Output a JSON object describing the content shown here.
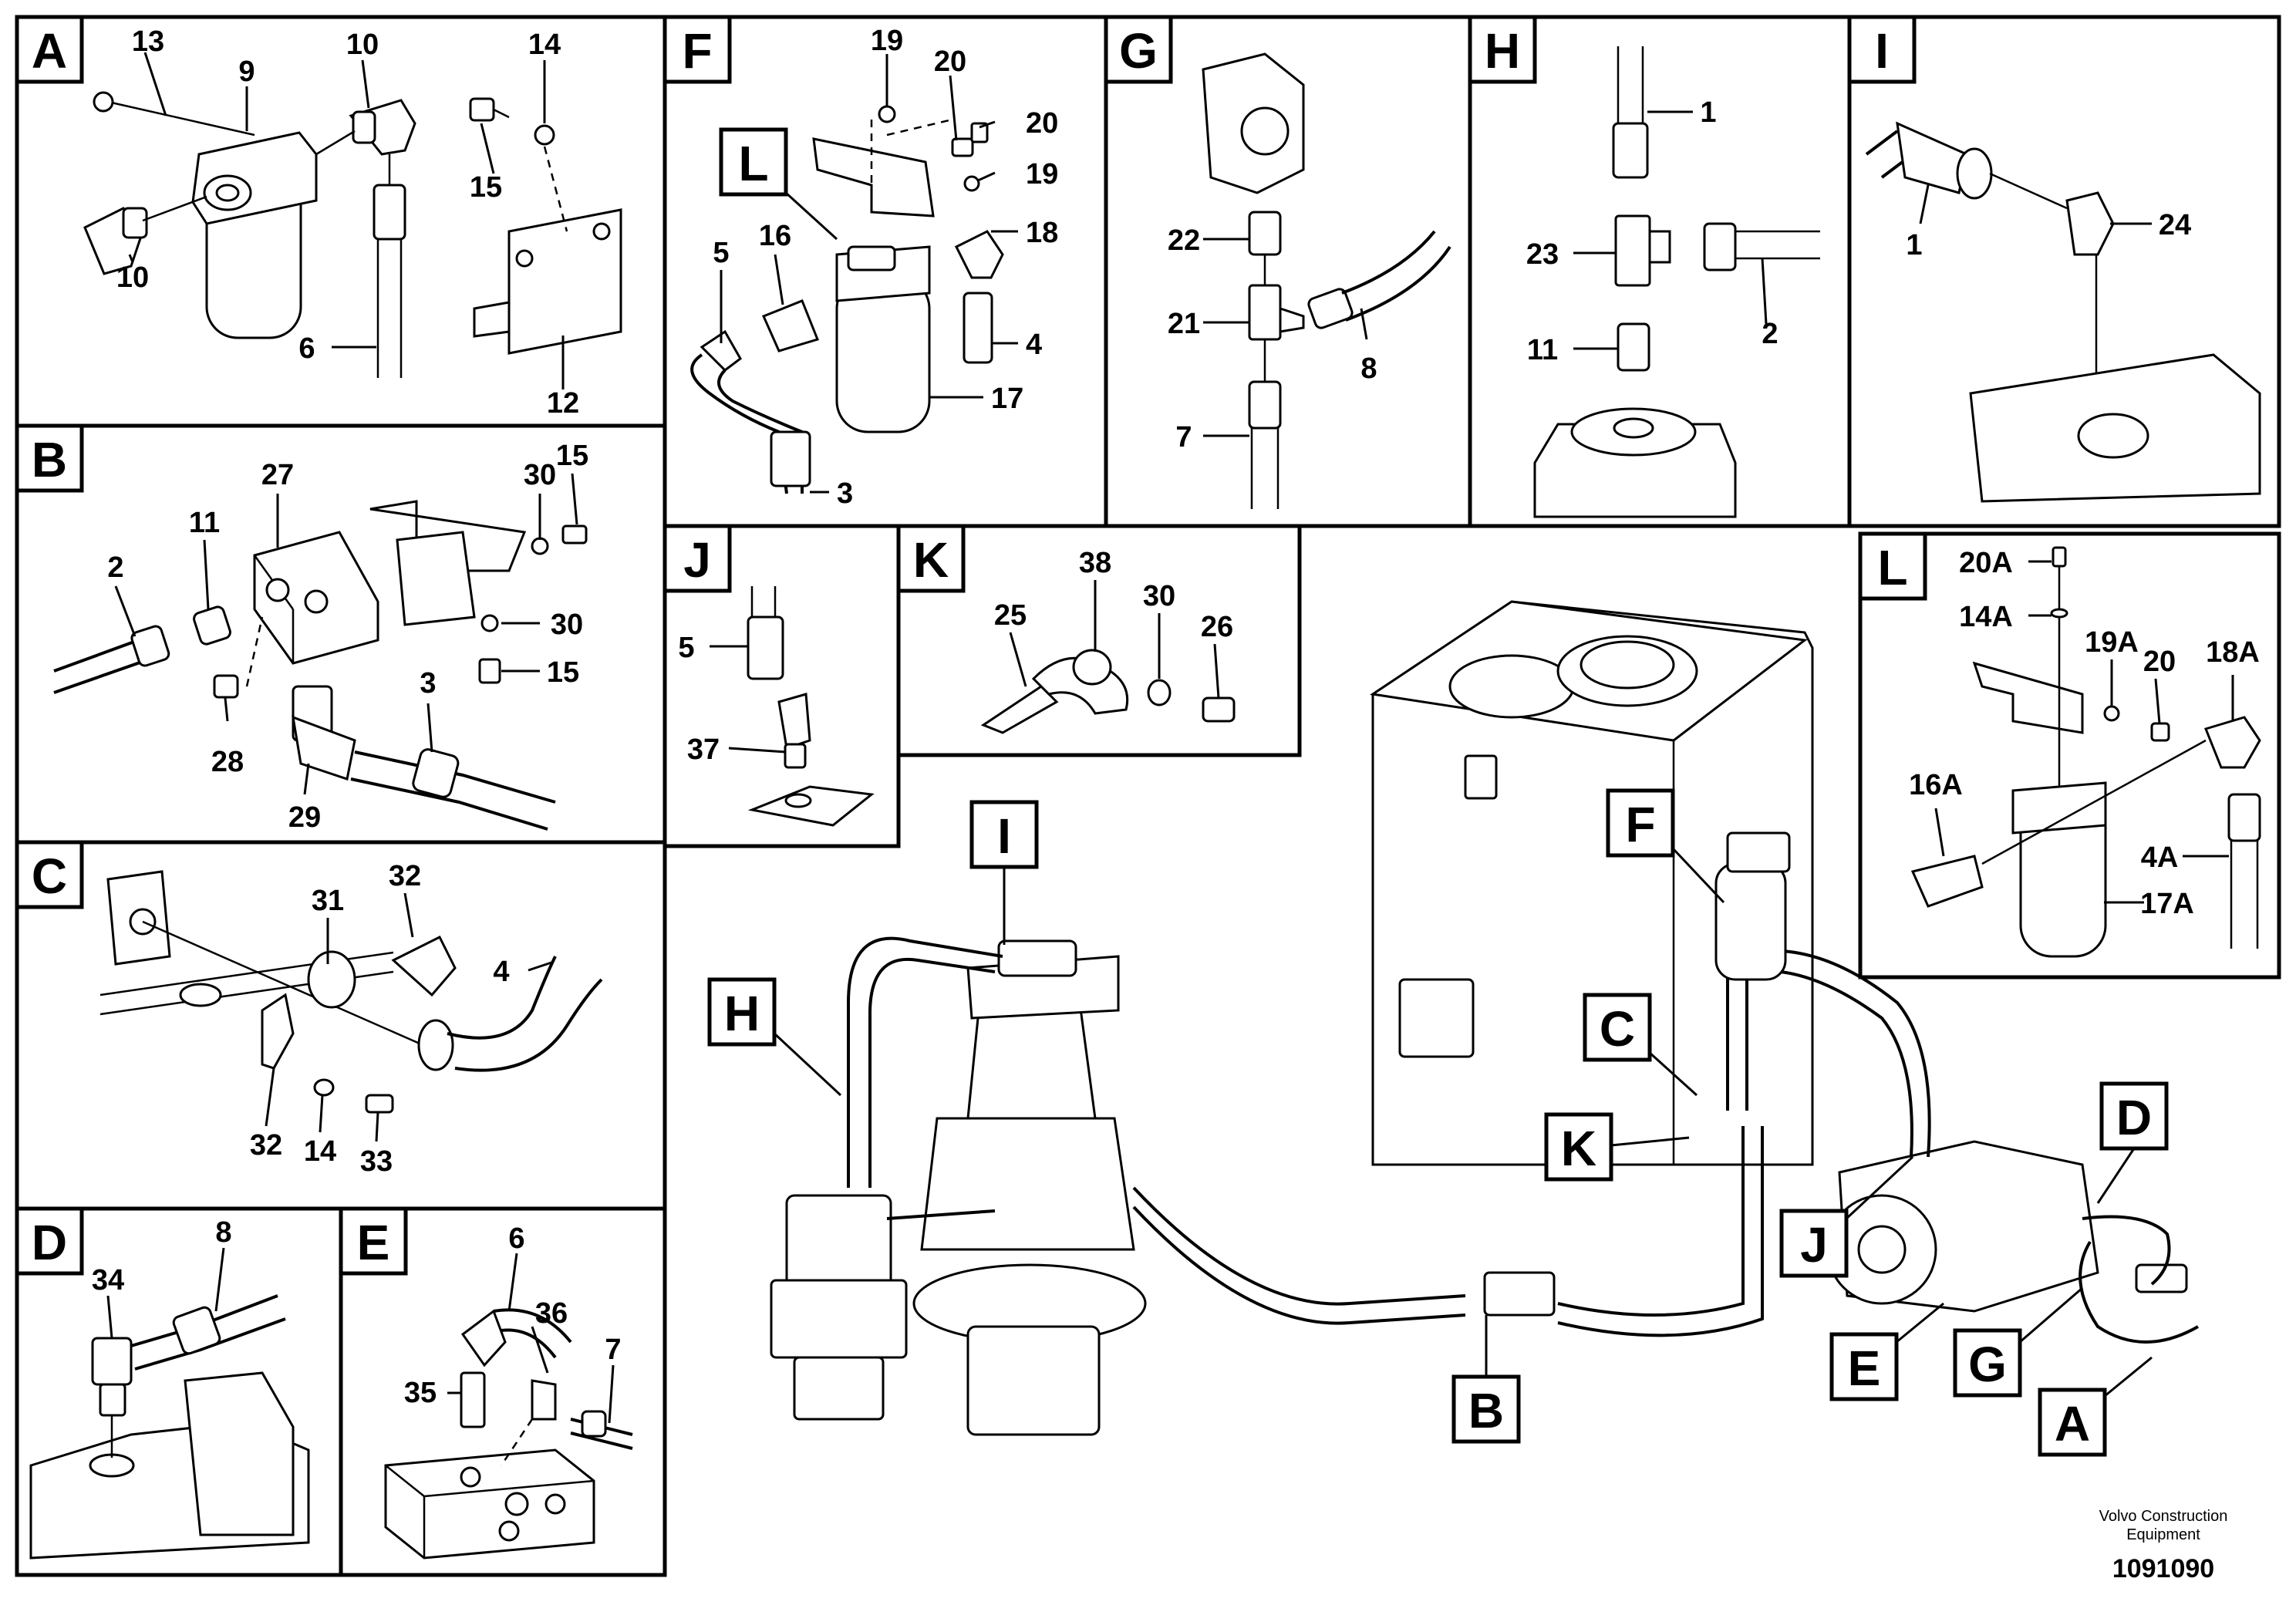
{
  "panels": {
    "A": {
      "label": "A",
      "parts": [
        "13",
        "9",
        "10",
        "14",
        "10",
        "15",
        "6",
        "12"
      ]
    },
    "B": {
      "label": "B",
      "parts": [
        "27",
        "30",
        "15",
        "11",
        "2",
        "30",
        "15",
        "3",
        "28",
        "29"
      ]
    },
    "C": {
      "label": "C",
      "parts": [
        "31",
        "32",
        "4",
        "32",
        "14",
        "33"
      ]
    },
    "D": {
      "label": "D",
      "parts": [
        "8",
        "34"
      ]
    },
    "E": {
      "label": "E",
      "parts": [
        "6",
        "36",
        "35",
        "7"
      ]
    },
    "F": {
      "label": "F",
      "parts": [
        "19",
        "20",
        "20",
        "19",
        "L",
        "16",
        "18",
        "5",
        "4",
        "17",
        "3"
      ]
    },
    "G": {
      "label": "G",
      "parts": [
        "22",
        "21",
        "8",
        "7"
      ]
    },
    "H": {
      "label": "H",
      "parts": [
        "1",
        "23",
        "2",
        "11"
      ]
    },
    "I": {
      "label": "I",
      "parts": [
        "1",
        "24"
      ]
    },
    "J": {
      "label": "J",
      "parts": [
        "5",
        "37"
      ]
    },
    "K": {
      "label": "K",
      "parts": [
        "38",
        "30",
        "25",
        "26"
      ]
    },
    "L": {
      "label": "L",
      "parts": [
        "20A",
        "14A",
        "19A",
        "20",
        "18A",
        "16A",
        "4A",
        "17A"
      ]
    }
  },
  "main_callouts": [
    "I",
    "H",
    "F",
    "C",
    "K",
    "D",
    "J",
    "E",
    "G",
    "A",
    "B"
  ],
  "footer": {
    "brand_line1": "Volvo Construction",
    "brand_line2": "Equipment",
    "figure_number": "1091090"
  }
}
